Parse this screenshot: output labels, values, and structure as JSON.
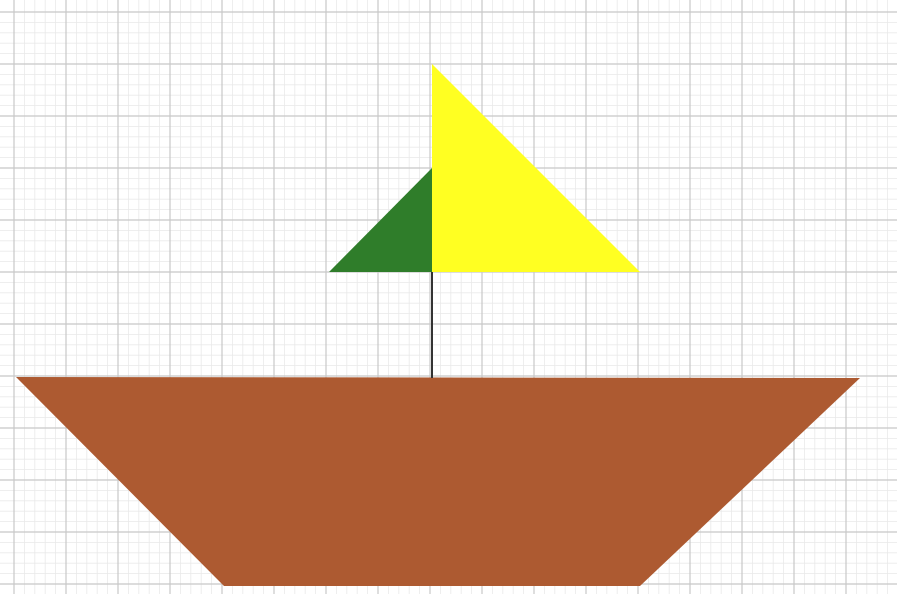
{
  "colors": {
    "background": "#ffffff",
    "grid_minor": "#e9e9e9",
    "grid_major": "#c8c8c8",
    "hull": "#ad5a31",
    "mast": "#333333",
    "sail_left": "#2f7d2a",
    "sail_right": "#ffff22"
  },
  "shapes": [
    "hull",
    "mast",
    "sail-left",
    "sail-right"
  ]
}
